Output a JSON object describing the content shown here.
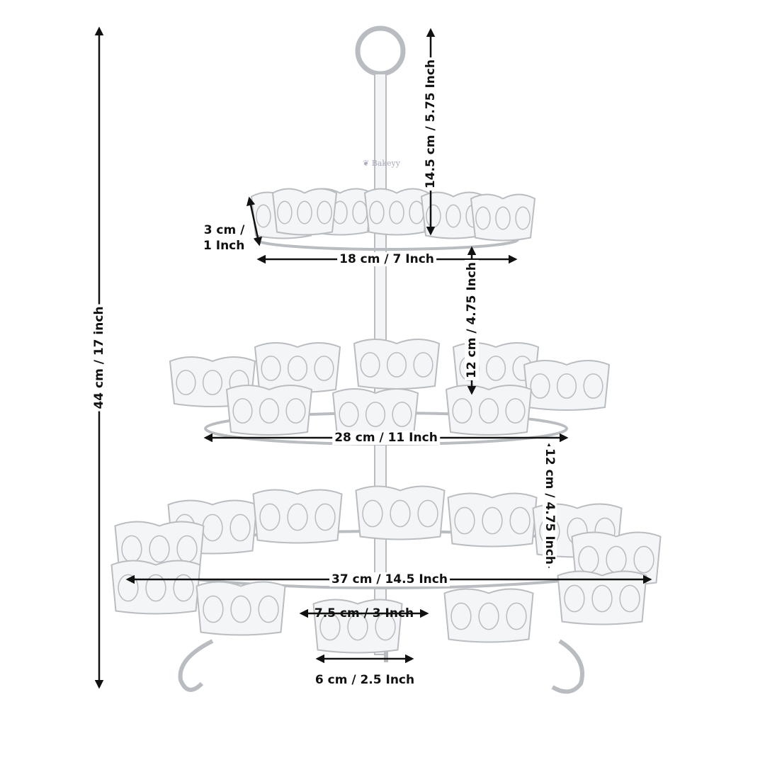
{
  "product": {
    "description_icon": "three-tier-cupcake-stand",
    "color": "#f4f5f6",
    "watermark": "Bakeyy"
  },
  "dimensions": {
    "total_height": "44 cm / 17 inch",
    "handle_height": "14.5 cm / 5.75 Inch",
    "cup_height_line1": "3 cm /",
    "cup_height_line2": "1 Inch",
    "top_tier_width": "18 cm / 7 Inch",
    "top_to_middle_gap": "12 cm / 4.75 Inch",
    "middle_tier_width": "28 cm / 11 Inch",
    "middle_to_bottom_gap": "12 cm / 4.75 Inch",
    "bottom_tier_width": "37 cm / 14.5 Inch",
    "cup_top_diameter": "7.5 cm / 3 Inch",
    "cup_base_diameter": "6 cm / 2.5 Inch"
  },
  "colors": {
    "arrow": "#111111",
    "stand_outline": "#b9bcc0"
  }
}
